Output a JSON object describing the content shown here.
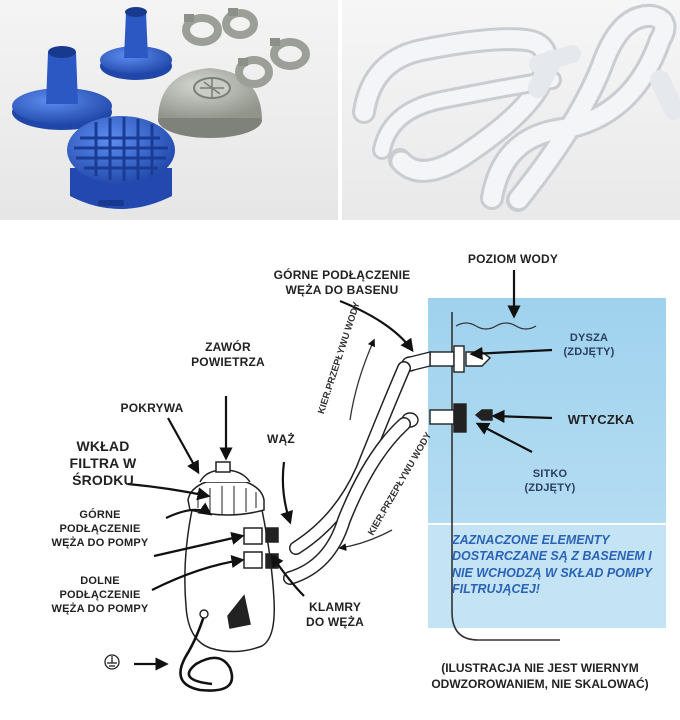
{
  "photos": {
    "left": {
      "icons": [
        "blue-adapter-icon",
        "blue-strainer-icon",
        "gray-strainer-icon",
        "hose-clamp-icon"
      ]
    },
    "right": {
      "icons": [
        "white-hose-icon"
      ]
    }
  },
  "diagram": {
    "labels": {
      "zawor": "ZAWÓR\nPOWIETRZA",
      "pokrywa": "POKRYWA",
      "wklad": "WKŁAD\nFILTRA W\nŚRODKU",
      "gorne_pompa": "GÓRNE\nPODŁĄCZENIE\nWĘŻA DO POMPY",
      "dolne_pompa": "DOLNE\nPODŁĄCZENIE\nWĘŻA DO POMPY",
      "waz": "WĄŻ",
      "klamry": "KLAMRY\nDO WĘŻA",
      "gorne_basen": "GÓRNE PODŁĄCZENIE\nWĘŻA DO BASENU",
      "poziom": "POZIOM WODY",
      "dysza": "DYSZA\n(ZDJĘTY)",
      "wtyczka": "WTYCZKA",
      "sitko": "SITKO\n(ZDJĘTY)",
      "kier1": "KIER.PRZEPŁYWU WODY",
      "kier2": "KIER.PRZEPŁYWU WODY"
    },
    "note": "ZAZNACZONE ELEMENTY DOSTARCZANE SĄ Z BASENEM I NIE WCHODZĄ W SKŁAD POMPY FILTRUJĄCEJ!",
    "footer": "(ILUSTRACJA NIE JEST WIERNYM ODWZOROWANIEM, NIE SKALOWAĆ)",
    "colors": {
      "water": "#9fd2ee",
      "water_light": "#c4e3f5",
      "note_text": "#2a63b5",
      "blue_part": "#2f5fc4",
      "gray_part": "#a7aaa2"
    },
    "icons": [
      "ground-icon",
      "arrow-icon"
    ]
  }
}
